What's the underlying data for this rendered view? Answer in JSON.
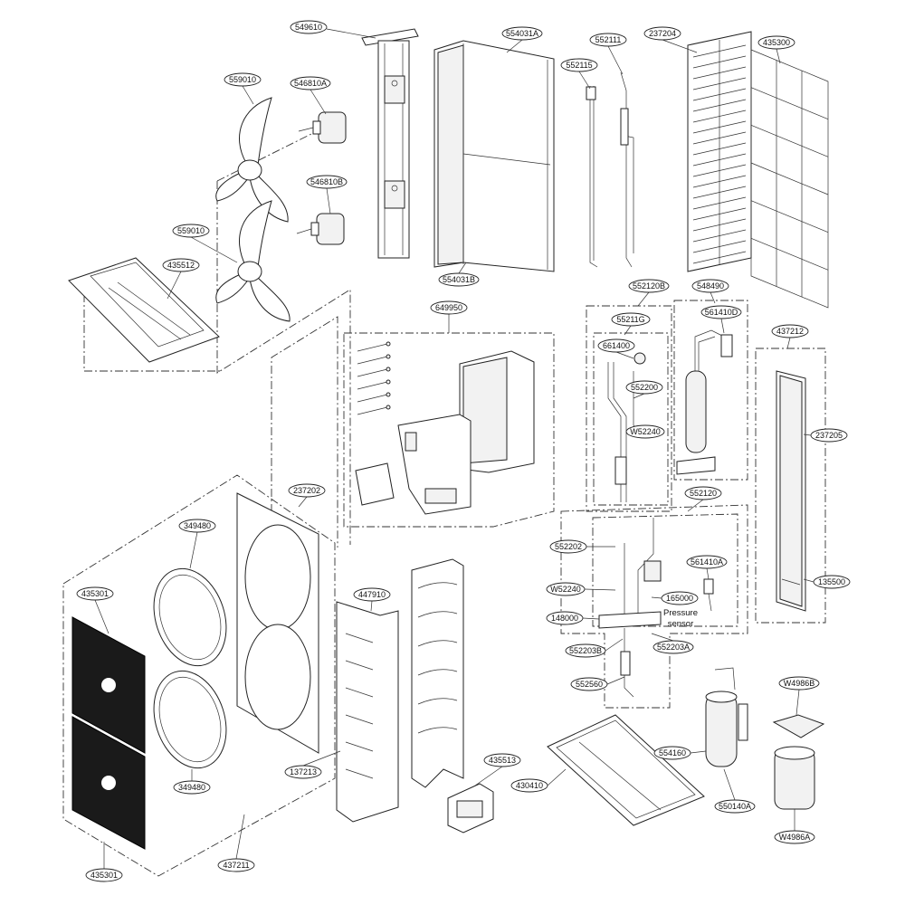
{
  "labels": {
    "p549610": "549610",
    "p554031A": "554031A",
    "p552111": "552111",
    "p237204": "237204",
    "p435300": "435300",
    "p559010a": "559010",
    "p546810A": "546810A",
    "p552115": "552115",
    "p546810B": "546810B",
    "p559010b": "559010",
    "p435512": "435512",
    "p554031B": "554031B",
    "p552120B": "552120B",
    "p548490": "548490",
    "p649950": "649950",
    "p55211G": "55211G",
    "p561410D": "561410D",
    "p437212": "437212",
    "p661400": "661400",
    "p552200": "552200",
    "pW52240a": "W52240",
    "p237205": "237205",
    "p237202": "237202",
    "p552120": "552120",
    "p349480a": "349480",
    "p552202": "552202",
    "p561410A": "561410A",
    "p435301a": "435301",
    "p447910": "447910",
    "pW52240b": "W52240",
    "p165000": "165000",
    "p135500": "135500",
    "p148000": "148000",
    "p552203B": "552203B",
    "p552203A": "552203A",
    "p552560": "552560",
    "pW4986B": "W4986B",
    "p554160": "554160",
    "p435513": "435513",
    "p430410": "430410",
    "p137213": "137213",
    "p349480b": "349480",
    "p550140A": "550140A",
    "pW4986A": "W4986A",
    "p437211": "437211",
    "p435301b": "435301"
  },
  "notes": {
    "pressure_line1": "Pressure",
    "pressure_line2": "sensor"
  }
}
